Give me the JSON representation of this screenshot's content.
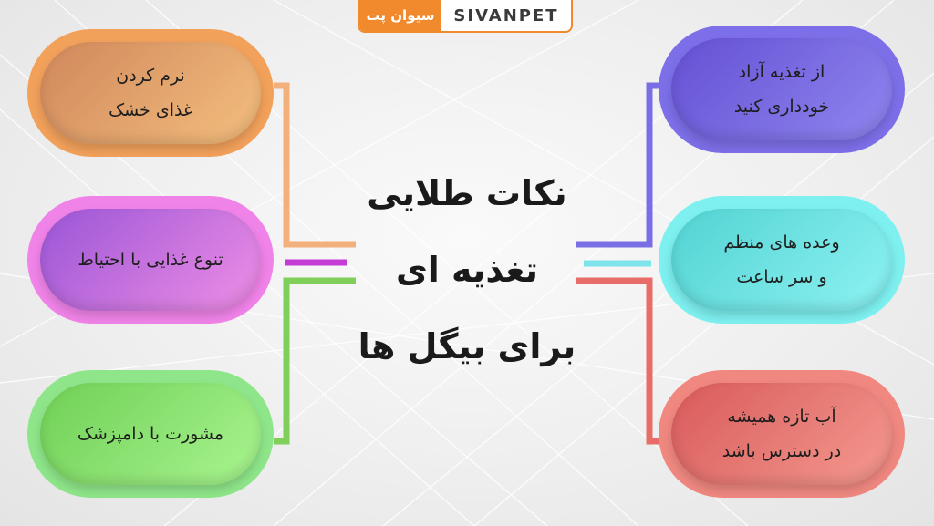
{
  "brand": {
    "persian": "سیوان پت",
    "latin": "SIVANPET"
  },
  "title": {
    "line1": "نکات طلایی",
    "line2": "تغذیه ای",
    "line3": "برای بیگل ها"
  },
  "tips_left": [
    {
      "text": "نرم کردن\nغذای خشک",
      "color": "#f2a15b"
    },
    {
      "text": "تنوع غذایی با احتیاط",
      "color": "#f083e8"
    },
    {
      "text": "مشورت با دامپزشک",
      "color": "#8fe68a"
    }
  ],
  "tips_right": [
    {
      "text": "از تغذیه آزاد\nخودداری کنید",
      "color": "#7d6fe8"
    },
    {
      "text": "وعده های منظم\nو سر ساعت",
      "color": "#7ef0f0"
    },
    {
      "text": "آب تازه همیشه\nدر دسترس باشد",
      "color": "#f08880"
    }
  ]
}
